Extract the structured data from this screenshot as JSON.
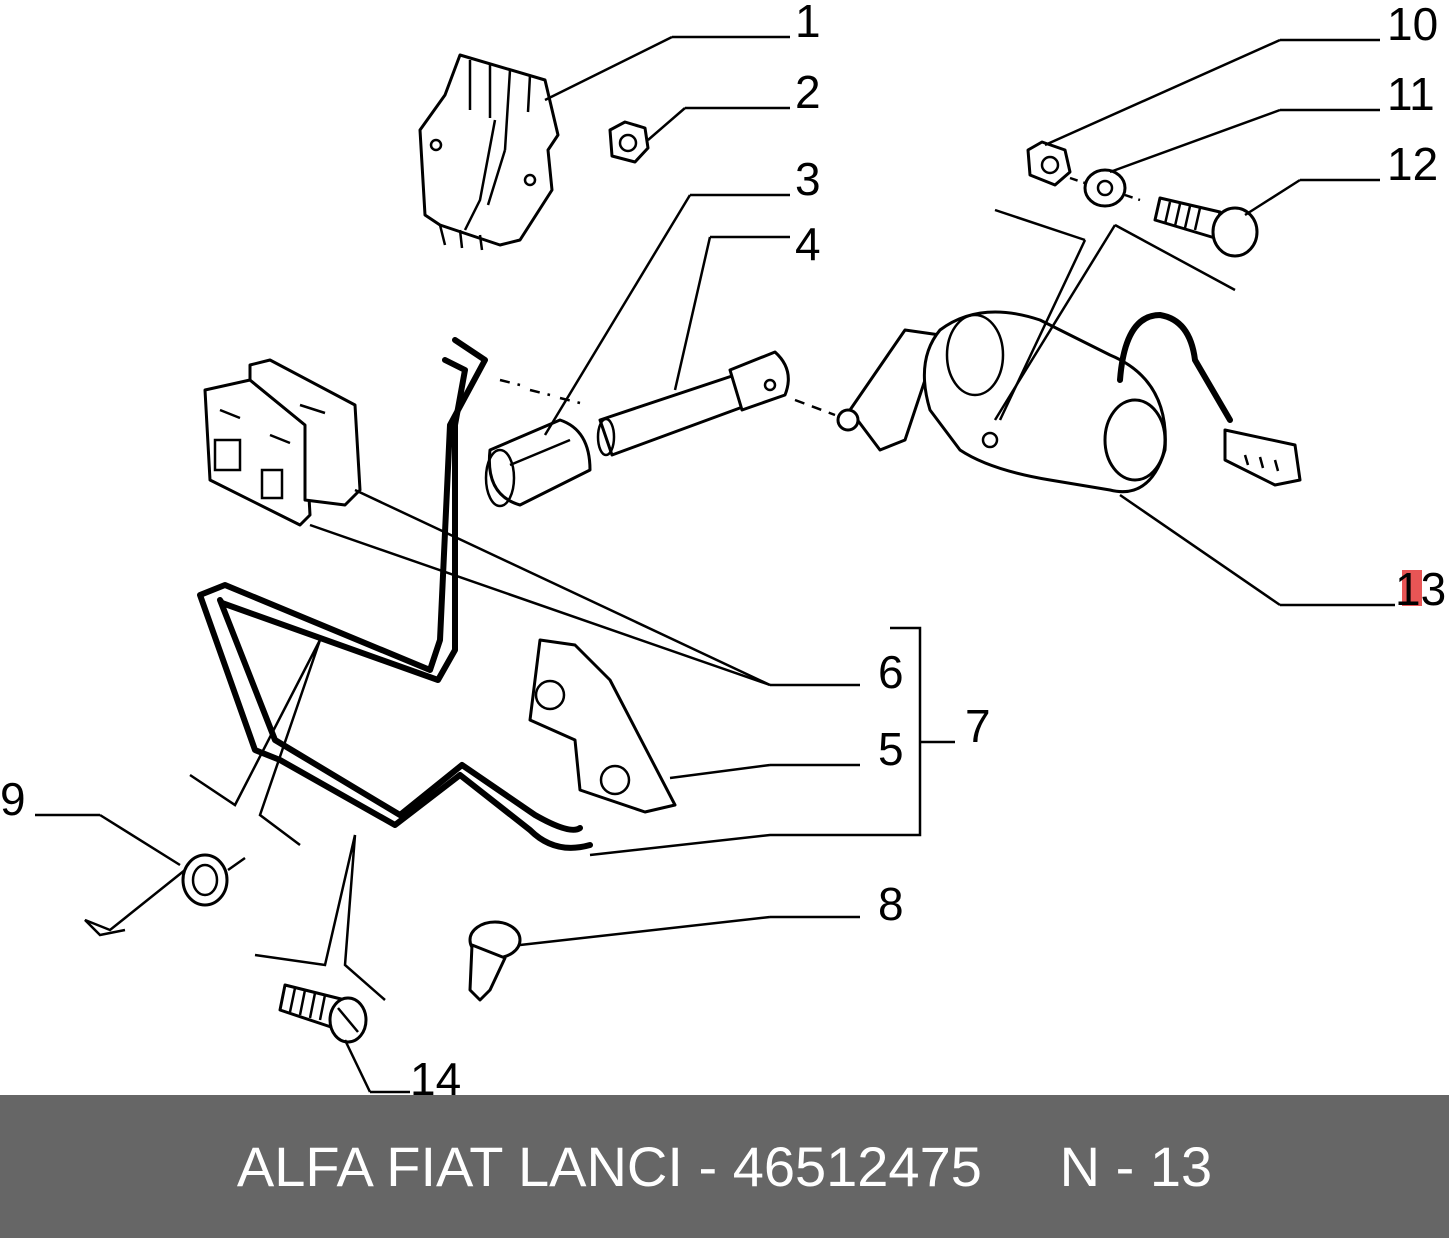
{
  "callouts": [
    "1",
    "2",
    "3",
    "4",
    "5",
    "6",
    "7",
    "8",
    "9",
    "10",
    "11",
    "12",
    "13",
    "14"
  ],
  "footer": {
    "text": "ALFA FIAT LANCI - 46512475     N - 13"
  },
  "highlight_color": "#e85555",
  "footer_color": "#666666"
}
